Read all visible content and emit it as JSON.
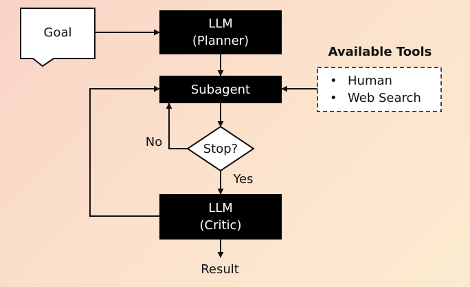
{
  "goal_label": "Goal",
  "planner": {
    "line1": "LLM",
    "line2": "(Planner)"
  },
  "subagent_label": "Subagent",
  "decision_label": "Stop?",
  "no_label": "No",
  "yes_label": "Yes",
  "critic": {
    "line1": "LLM",
    "line2": "(Critic)"
  },
  "result_label": "Result",
  "tools": {
    "title": "Available Tools",
    "items": [
      "Human",
      "Web Search"
    ],
    "bullet": "•"
  }
}
